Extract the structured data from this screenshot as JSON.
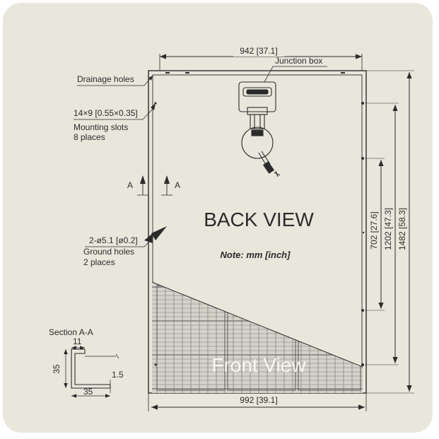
{
  "title": "BACK VIEW",
  "front_label": "Front View",
  "note": "Note: mm [inch]",
  "dimensions": {
    "mount_span": "942 [37.1]",
    "panel_width": "992 [39.1]",
    "ground_pitch": "702 [27.6]",
    "mount_pitch": "1202 [47.3]",
    "panel_height": "1482 [58.3]"
  },
  "callouts": {
    "junction_box": "Junction box",
    "drainage_holes": "Drainage holes",
    "slot_size": "14×9 [0.55×0.35]",
    "mounting_slots_1": "Mounting slots",
    "mounting_slots_2": "8 places",
    "ground_size": "2-ø5.1 [ø0.2]",
    "ground_holes_1": "Ground holes",
    "ground_holes_2": "2 places",
    "section_mark_left": "A",
    "section_mark_right": "A"
  },
  "section": {
    "title": "Section A-A",
    "flange": "11",
    "height": "35",
    "thickness": "1.5",
    "width": "35"
  },
  "colors": {
    "background": "#e9e6dc",
    "line": "#2b2b2b",
    "cell_grid": "#7a7a7a"
  }
}
